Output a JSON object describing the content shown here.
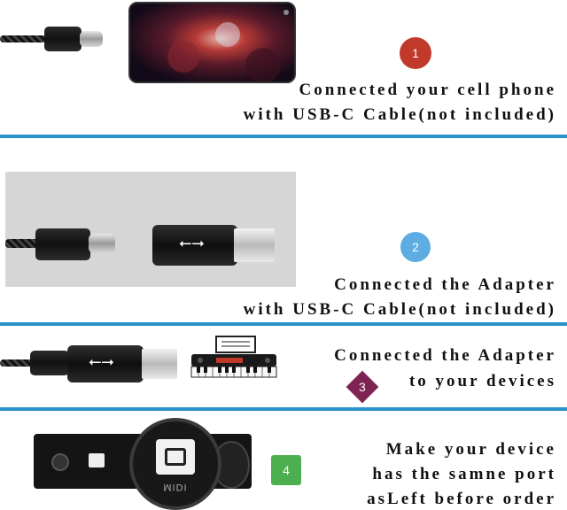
{
  "steps": [
    {
      "number": "1",
      "line1": "Connected your cell phone",
      "line2": "with USB-C Cable(not included)",
      "badge_color": "#c0392b"
    },
    {
      "number": "2",
      "line1": "Connected the Adapter",
      "line2": "with USB-C Cable(not included)",
      "badge_color": "#5dade2"
    },
    {
      "number": "3",
      "line1": "Connected the Adapter",
      "line2": "to your devices",
      "badge_color": "#7d2452"
    },
    {
      "number": "4",
      "line1": "Make your device",
      "line2": "has the samne port",
      "line3": "asLeft before order",
      "badge_color": "#4caf50"
    }
  ],
  "device_panel": {
    "port_label": "MIDI"
  },
  "colors": {
    "divider": "#2a93c9",
    "adapter_bg": "#d6d6d6"
  }
}
